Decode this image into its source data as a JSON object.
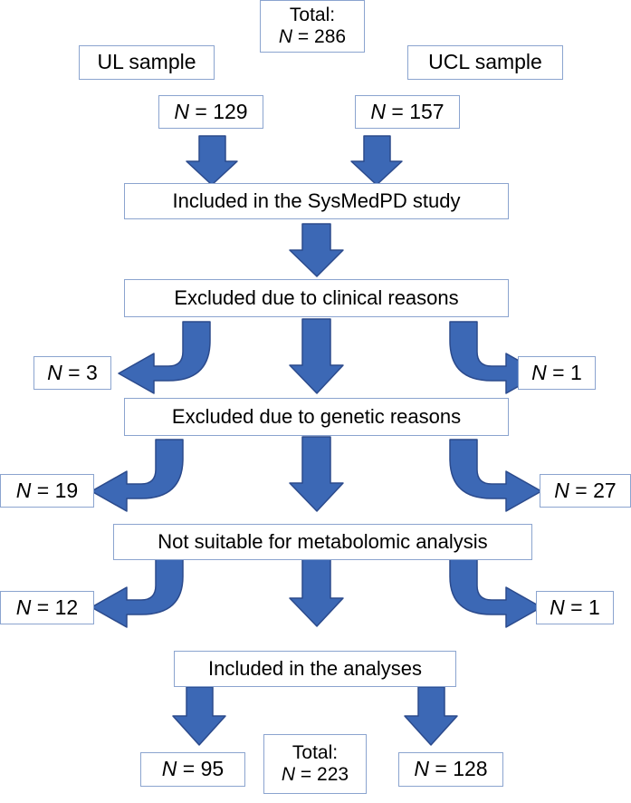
{
  "figure": {
    "type": "flowchart",
    "title": "Study participant flow diagram",
    "colors": {
      "arrow_fill": "#3c68b5",
      "arrow_stroke": "#2b4a8c",
      "box_border": "#8ba4cf",
      "box_fill": "#ffffff",
      "text": "#000000"
    }
  },
  "nodes": {
    "total_top": {
      "line1": "Total:",
      "line2_italic": "N",
      "line2_rest": " = 286"
    },
    "ul_sample": {
      "label": "UL sample"
    },
    "ucl_sample": {
      "label": "UCL sample"
    },
    "n_ul": {
      "italic": "N",
      "rest": " = 129"
    },
    "n_ucl": {
      "italic": "N",
      "rest": " = 157"
    },
    "included_study": {
      "label": "Included in the SysMedPD study"
    },
    "excluded_clinical": {
      "label": "Excluded due to clinical reasons"
    },
    "excl_clinical_left": {
      "italic": "N",
      "rest": " = 3"
    },
    "excl_clinical_right": {
      "italic": "N",
      "rest": " = 1"
    },
    "excluded_genetic": {
      "label": "Excluded due to genetic reasons"
    },
    "excl_genetic_left": {
      "italic": "N",
      "rest": " = 19"
    },
    "excl_genetic_right": {
      "italic": "N",
      "rest": " = 27"
    },
    "not_suitable": {
      "label": "Not suitable for metabolomic analysis"
    },
    "not_suitable_left": {
      "italic": "N",
      "rest": " = 12"
    },
    "not_suitable_right": {
      "italic": "N",
      "rest": " = 1"
    },
    "included_analyses": {
      "label": "Included in the analyses"
    },
    "final_left": {
      "italic": "N",
      "rest": " = 95"
    },
    "final_total": {
      "line1": "Total:",
      "line2_italic": "N",
      "line2_rest": " = 223"
    },
    "final_right": {
      "italic": "N",
      "rest": " = 128"
    }
  },
  "arrows": {
    "ul_to_included": "down-arrow",
    "ucl_to_included": "down-arrow",
    "included_to_clinical": "down-arrow",
    "clinical_to_left": "elbow-down-left-arrow",
    "clinical_to_genetic": "down-arrow",
    "clinical_to_right": "elbow-down-right-arrow",
    "genetic_to_left": "elbow-down-left-arrow",
    "genetic_to_suitable": "down-arrow",
    "genetic_to_right": "elbow-down-right-arrow",
    "suitable_to_left": "elbow-down-left-arrow",
    "suitable_to_analyses": "down-arrow",
    "suitable_to_right": "elbow-down-right-arrow",
    "analyses_to_left": "down-arrow",
    "analyses_to_right": "down-arrow"
  }
}
